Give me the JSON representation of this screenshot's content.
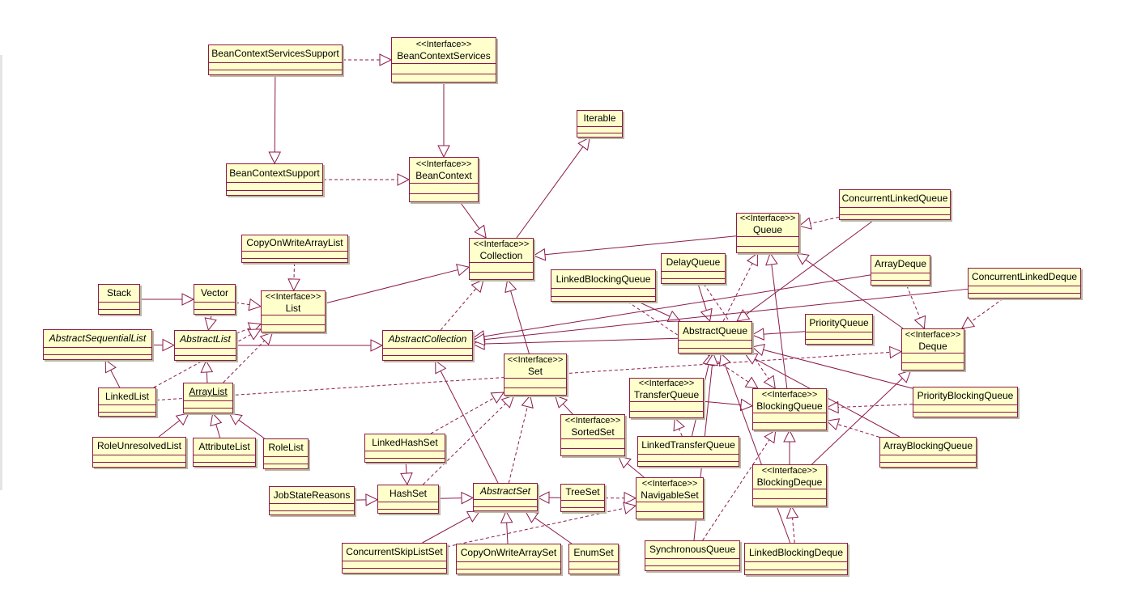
{
  "stereotype_label": "<<Interface>>",
  "classes": {
    "BeanContextServicesSupport": {
      "name": "BeanContextServicesSupport"
    },
    "BeanContextServices": {
      "name": "BeanContextServices",
      "stereotype": true
    },
    "BeanContextSupport": {
      "name": "BeanContextSupport"
    },
    "BeanContext": {
      "name": "BeanContext",
      "stereotype": true
    },
    "Iterable": {
      "name": "Iterable"
    },
    "Collection": {
      "name": "Collection",
      "stereotype": true
    },
    "ConcurrentLinkedQueue": {
      "name": "ConcurrentLinkedQueue"
    },
    "Queue": {
      "name": "Queue",
      "stereotype": true
    },
    "CopyOnWriteArrayList": {
      "name": "CopyOnWriteArrayList"
    },
    "DelayQueue": {
      "name": "DelayQueue"
    },
    "ArrayDeque": {
      "name": "ArrayDeque"
    },
    "ConcurrentLinkedDeque": {
      "name": "ConcurrentLinkedDeque"
    },
    "LinkedBlockingQueue": {
      "name": "LinkedBlockingQueue"
    },
    "Stack": {
      "name": "Stack"
    },
    "Vector": {
      "name": "Vector"
    },
    "List": {
      "name": "List",
      "stereotype": true
    },
    "PriorityQueue": {
      "name": "PriorityQueue"
    },
    "AbstractQueue": {
      "name": "AbstractQueue"
    },
    "AbstractSequentialList": {
      "name": "AbstractSequentialList",
      "abstract": true
    },
    "AbstractList": {
      "name": "AbstractList",
      "abstract": true
    },
    "AbstractCollection": {
      "name": "AbstractCollection",
      "abstract": true
    },
    "Deque": {
      "name": "Deque",
      "stereotype": true
    },
    "Set": {
      "name": "Set",
      "stereotype": true
    },
    "LinkedList": {
      "name": "LinkedList"
    },
    "ArrayList": {
      "name": "ArrayList",
      "underline": true
    },
    "TransferQueue": {
      "name": "TransferQueue",
      "stereotype": true
    },
    "BlockingQueue": {
      "name": "BlockingQueue",
      "stereotype": true
    },
    "PriorityBlockingQueue": {
      "name": "PriorityBlockingQueue"
    },
    "SortedSet": {
      "name": "SortedSet",
      "stereotype": true
    },
    "LinkedHashSet": {
      "name": "LinkedHashSet"
    },
    "RoleUnresolvedList": {
      "name": "RoleUnresolvedList"
    },
    "AttributeList": {
      "name": "AttributeList"
    },
    "RoleList": {
      "name": "RoleList"
    },
    "LinkedTransferQueue": {
      "name": "LinkedTransferQueue"
    },
    "ArrayBlockingQueue": {
      "name": "ArrayBlockingQueue"
    },
    "BlockingDeque": {
      "name": "BlockingDeque",
      "stereotype": true
    },
    "JobStateReasons": {
      "name": "JobStateReasons"
    },
    "HashSet": {
      "name": "HashSet"
    },
    "AbstractSet": {
      "name": "AbstractSet",
      "abstract": true
    },
    "TreeSet": {
      "name": "TreeSet"
    },
    "NavigableSet": {
      "name": "NavigableSet",
      "stereotype": true
    },
    "ConcurrentSkipListSet": {
      "name": "ConcurrentSkipListSet"
    },
    "CopyOnWriteArraySet": {
      "name": "CopyOnWriteArraySet"
    },
    "EnumSet": {
      "name": "EnumSet"
    },
    "SynchronousQueue": {
      "name": "SynchronousQueue"
    },
    "LinkedBlockingDeque": {
      "name": "LinkedBlockingDeque"
    }
  },
  "relations": [
    {
      "from": "BeanContextServicesSupport",
      "to": "BeanContextServices",
      "kind": "realization"
    },
    {
      "from": "BeanContextServicesSupport",
      "to": "BeanContextSupport",
      "kind": "generalization"
    },
    {
      "from": "BeanContextServices",
      "to": "BeanContext",
      "kind": "generalization"
    },
    {
      "from": "BeanContextSupport",
      "to": "BeanContext",
      "kind": "realization"
    },
    {
      "from": "BeanContext",
      "to": "Collection",
      "kind": "generalization"
    },
    {
      "from": "Collection",
      "to": "Iterable",
      "kind": "generalization"
    },
    {
      "from": "Queue",
      "to": "Collection",
      "kind": "generalization"
    },
    {
      "from": "ConcurrentLinkedQueue",
      "to": "Queue",
      "kind": "realization"
    },
    {
      "from": "ConcurrentLinkedQueue",
      "to": "AbstractQueue",
      "kind": "generalization"
    },
    {
      "from": "List",
      "to": "Collection",
      "kind": "generalization"
    },
    {
      "from": "CopyOnWriteArrayList",
      "to": "List",
      "kind": "realization"
    },
    {
      "from": "Stack",
      "to": "Vector",
      "kind": "generalization"
    },
    {
      "from": "Vector",
      "to": "List",
      "kind": "realization"
    },
    {
      "from": "Vector",
      "to": "AbstractList",
      "kind": "generalization"
    },
    {
      "from": "AbstractList",
      "to": "List",
      "kind": "realization"
    },
    {
      "from": "AbstractList",
      "to": "AbstractCollection",
      "kind": "generalization"
    },
    {
      "from": "AbstractSequentialList",
      "to": "AbstractList",
      "kind": "generalization"
    },
    {
      "from": "LinkedList",
      "to": "AbstractSequentialList",
      "kind": "generalization"
    },
    {
      "from": "LinkedList",
      "to": "List",
      "kind": "realization"
    },
    {
      "from": "LinkedList",
      "to": "Deque",
      "kind": "realization"
    },
    {
      "from": "ArrayList",
      "to": "AbstractList",
      "kind": "generalization"
    },
    {
      "from": "ArrayList",
      "to": "List",
      "kind": "realization"
    },
    {
      "from": "RoleUnresolvedList",
      "to": "ArrayList",
      "kind": "generalization"
    },
    {
      "from": "AttributeList",
      "to": "ArrayList",
      "kind": "generalization"
    },
    {
      "from": "RoleList",
      "to": "ArrayList",
      "kind": "generalization"
    },
    {
      "from": "AbstractCollection",
      "to": "Collection",
      "kind": "realization"
    },
    {
      "from": "Set",
      "to": "Collection",
      "kind": "generalization"
    },
    {
      "from": "AbstractQueue",
      "to": "AbstractCollection",
      "kind": "generalization"
    },
    {
      "from": "AbstractQueue",
      "to": "Queue",
      "kind": "realization"
    },
    {
      "from": "DelayQueue",
      "to": "AbstractQueue",
      "kind": "generalization"
    },
    {
      "from": "DelayQueue",
      "to": "BlockingQueue",
      "kind": "realization"
    },
    {
      "from": "LinkedBlockingQueue",
      "to": "AbstractQueue",
      "kind": "generalization"
    },
    {
      "from": "LinkedBlockingQueue",
      "to": "BlockingQueue",
      "kind": "realization"
    },
    {
      "from": "PriorityQueue",
      "to": "AbstractQueue",
      "kind": "generalization"
    },
    {
      "from": "ArrayDeque",
      "to": "AbstractCollection",
      "kind": "generalization"
    },
    {
      "from": "ArrayDeque",
      "to": "Deque",
      "kind": "realization"
    },
    {
      "from": "ConcurrentLinkedDeque",
      "to": "AbstractCollection",
      "kind": "generalization"
    },
    {
      "from": "ConcurrentLinkedDeque",
      "to": "Deque",
      "kind": "realization"
    },
    {
      "from": "Deque",
      "to": "Queue",
      "kind": "generalization"
    },
    {
      "from": "BlockingQueue",
      "to": "Queue",
      "kind": "generalization"
    },
    {
      "from": "TransferQueue",
      "to": "BlockingQueue",
      "kind": "generalization"
    },
    {
      "from": "LinkedTransferQueue",
      "to": "TransferQueue",
      "kind": "realization"
    },
    {
      "from": "LinkedTransferQueue",
      "to": "AbstractQueue",
      "kind": "generalization"
    },
    {
      "from": "PriorityBlockingQueue",
      "to": "AbstractQueue",
      "kind": "generalization"
    },
    {
      "from": "PriorityBlockingQueue",
      "to": "BlockingQueue",
      "kind": "realization"
    },
    {
      "from": "ArrayBlockingQueue",
      "to": "AbstractQueue",
      "kind": "generalization"
    },
    {
      "from": "ArrayBlockingQueue",
      "to": "BlockingQueue",
      "kind": "realization"
    },
    {
      "from": "BlockingDeque",
      "to": "BlockingQueue",
      "kind": "generalization"
    },
    {
      "from": "BlockingDeque",
      "to": "Deque",
      "kind": "generalization"
    },
    {
      "from": "LinkedBlockingDeque",
      "to": "AbstractQueue",
      "kind": "generalization"
    },
    {
      "from": "LinkedBlockingDeque",
      "to": "BlockingDeque",
      "kind": "realization"
    },
    {
      "from": "SynchronousQueue",
      "to": "AbstractQueue",
      "kind": "generalization"
    },
    {
      "from": "SynchronousQueue",
      "to": "BlockingQueue",
      "kind": "realization"
    },
    {
      "from": "SortedSet",
      "to": "Set",
      "kind": "generalization"
    },
    {
      "from": "NavigableSet",
      "to": "SortedSet",
      "kind": "generalization"
    },
    {
      "from": "LinkedHashSet",
      "to": "Set",
      "kind": "realization"
    },
    {
      "from": "LinkedHashSet",
      "to": "HashSet",
      "kind": "generalization"
    },
    {
      "from": "HashSet",
      "to": "Set",
      "kind": "realization"
    },
    {
      "from": "HashSet",
      "to": "AbstractSet",
      "kind": "generalization"
    },
    {
      "from": "JobStateReasons",
      "to": "HashSet",
      "kind": "generalization"
    },
    {
      "from": "AbstractSet",
      "to": "AbstractCollection",
      "kind": "generalization"
    },
    {
      "from": "AbstractSet",
      "to": "Set",
      "kind": "realization"
    },
    {
      "from": "TreeSet",
      "to": "AbstractSet",
      "kind": "generalization"
    },
    {
      "from": "TreeSet",
      "to": "NavigableSet",
      "kind": "realization"
    },
    {
      "from": "ConcurrentSkipListSet",
      "to": "AbstractSet",
      "kind": "generalization"
    },
    {
      "from": "ConcurrentSkipListSet",
      "to": "NavigableSet",
      "kind": "realization"
    },
    {
      "from": "CopyOnWriteArraySet",
      "to": "AbstractSet",
      "kind": "generalization"
    },
    {
      "from": "EnumSet",
      "to": "AbstractSet",
      "kind": "generalization"
    }
  ],
  "colors": {
    "box_fill": "#ffffcc",
    "line": "#8b1a4a",
    "shadow": "#b9b9a3",
    "background": "#ffffff"
  }
}
